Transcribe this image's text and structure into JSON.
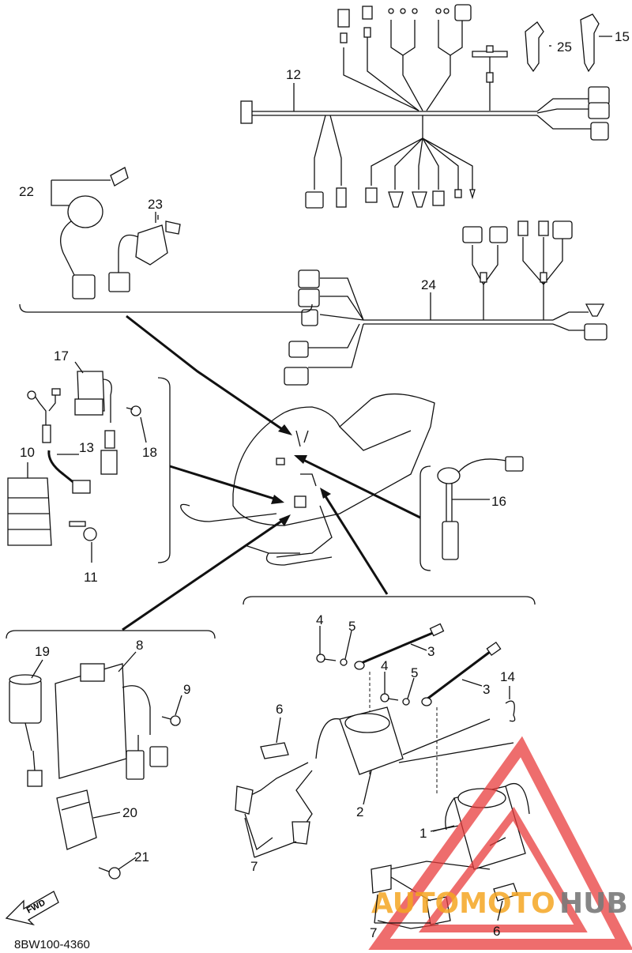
{
  "diagram": {
    "code": "8BW100-4360",
    "fwd_label": "FWD",
    "watermark": {
      "part1": "AUTOMOTO",
      "part2": "HUB",
      "color1": "#f5a623",
      "color2": "#7a7a7a",
      "triangle": "#e83c3c"
    },
    "callouts": [
      {
        "id": "c1",
        "text": "1"
      },
      {
        "id": "c2",
        "text": "2"
      },
      {
        "id": "c3a",
        "text": "3"
      },
      {
        "id": "c3b",
        "text": "3"
      },
      {
        "id": "c4a",
        "text": "4"
      },
      {
        "id": "c4b",
        "text": "4"
      },
      {
        "id": "c5a",
        "text": "5"
      },
      {
        "id": "c5b",
        "text": "5"
      },
      {
        "id": "c6a",
        "text": "6"
      },
      {
        "id": "c6b",
        "text": "6"
      },
      {
        "id": "c7a",
        "text": "7"
      },
      {
        "id": "c7b",
        "text": "7"
      },
      {
        "id": "c8",
        "text": "8"
      },
      {
        "id": "c9",
        "text": "9"
      },
      {
        "id": "c10",
        "text": "10"
      },
      {
        "id": "c11",
        "text": "11"
      },
      {
        "id": "c12",
        "text": "12"
      },
      {
        "id": "c13",
        "text": "13"
      },
      {
        "id": "c14",
        "text": "14"
      },
      {
        "id": "c15",
        "text": "15"
      },
      {
        "id": "c16",
        "text": "16"
      },
      {
        "id": "c17",
        "text": "17"
      },
      {
        "id": "c18",
        "text": "18"
      },
      {
        "id": "c19",
        "text": "19"
      },
      {
        "id": "c20",
        "text": "20"
      },
      {
        "id": "c21",
        "text": "21"
      },
      {
        "id": "c22",
        "text": "22"
      },
      {
        "id": "c23",
        "text": "23"
      },
      {
        "id": "c24",
        "text": "24"
      },
      {
        "id": "c25",
        "text": "25"
      }
    ]
  }
}
